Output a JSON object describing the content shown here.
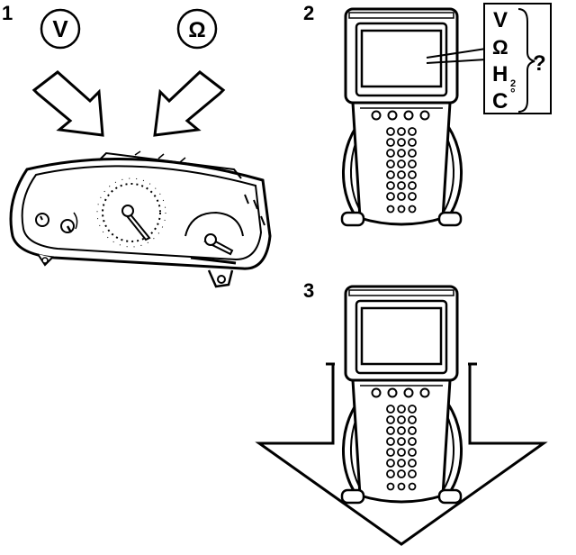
{
  "steps": [
    {
      "number": "1"
    },
    {
      "number": "2"
    },
    {
      "number": "3"
    }
  ],
  "step1": {
    "left_symbol": "V",
    "right_symbol": "Ω"
  },
  "step2": {
    "labels": [
      "V",
      "Ω",
      "H",
      "C"
    ],
    "subscript": "2",
    "degree": "°",
    "question": "?"
  },
  "colors": {
    "ink": "#000000",
    "paper": "#ffffff"
  }
}
